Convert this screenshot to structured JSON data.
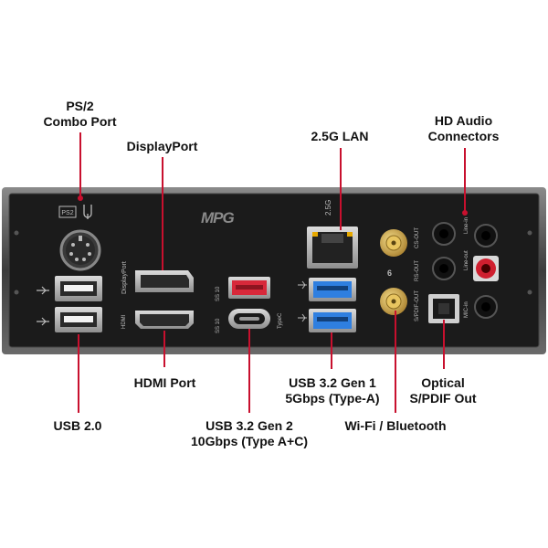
{
  "callouts": {
    "ps2": {
      "line1": "PS/2",
      "line2": "Combo Port"
    },
    "displayport": {
      "line1": "DisplayPort"
    },
    "lan": {
      "line1": "2.5G LAN"
    },
    "hd_audio": {
      "line1": "HD Audio",
      "line2": "Connectors"
    },
    "hdmi": {
      "line1": "HDMI Port"
    },
    "usb20": {
      "line1": "USB 2.0"
    },
    "usb32g2": {
      "line1": "USB 3.2 Gen 2",
      "line2": "10Gbps (Type A+C)"
    },
    "usb32g1": {
      "line1": "USB 3.2 Gen 1",
      "line2": "5Gbps (Type-A)"
    },
    "wifi_bt": {
      "line1": "Wi-Fi / Bluetooth"
    },
    "spdif": {
      "line1": "Optical",
      "line2": "S/PDIF Out"
    }
  },
  "panel_labels": {
    "brand_logo": "MPG",
    "lan_speed": "2.5G",
    "displayport": "DisplayPort",
    "typec": "TypeC",
    "cs_out": "CS-OUT",
    "rs_out": "RS-OUT",
    "spdif_out": "S/PDIF-OUT",
    "line_in": "Line-in",
    "line_out": "Line-out",
    "mic_in": "MIC-in",
    "hdmi_logo": "HDMI",
    "ss_logo": "SS"
  },
  "colors": {
    "leader": "#c8102e",
    "panel": "#1b1b1b",
    "usb_blue": "#2f7fe0",
    "usb_red": "#d8283a",
    "gold": "#c9a24a"
  }
}
